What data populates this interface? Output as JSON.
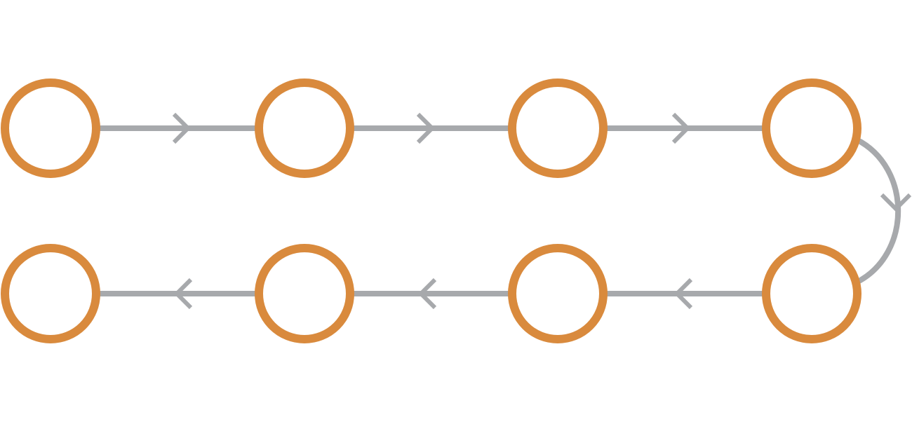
{
  "colors": {
    "background": "#ffffff",
    "node_stroke": "#d98a3d",
    "node_fill": "#ffffff",
    "edge": "#a7a9ac"
  },
  "nodes": [
    {
      "id": "n1"
    },
    {
      "id": "n2"
    },
    {
      "id": "n3"
    },
    {
      "id": "n4"
    },
    {
      "id": "n5"
    },
    {
      "id": "n6"
    },
    {
      "id": "n7"
    },
    {
      "id": "n8"
    }
  ],
  "edges": [
    {
      "from": "n1",
      "to": "n2"
    },
    {
      "from": "n2",
      "to": "n3"
    },
    {
      "from": "n3",
      "to": "n4"
    },
    {
      "from": "n4",
      "to": "n5"
    },
    {
      "from": "n5",
      "to": "n6"
    },
    {
      "from": "n6",
      "to": "n7"
    },
    {
      "from": "n7",
      "to": "n8"
    }
  ]
}
